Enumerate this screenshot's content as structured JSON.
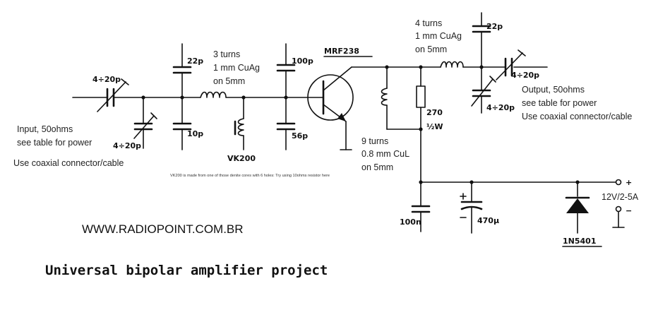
{
  "labels": {
    "input_cap": "4÷20p",
    "input_trim": "4÷20p",
    "c22": "22p",
    "c10": "10p",
    "coil1_l1": "3 turns",
    "coil1_l2": "1 mm CuAg",
    "coil1_l3": "on 5mm",
    "vk200": "VK200",
    "c100": "100p",
    "c56": "56p",
    "transistor": "MRF238",
    "coil2_l1": "4 turns",
    "coil2_l2": "1 mm CuAg",
    "coil2_l3": "on 5mm",
    "c22b": "22p",
    "out_cap": "4÷20p",
    "out_trim": "4÷20p",
    "r_value": "270",
    "r_power": "½W",
    "coil3_l1": "9 turns",
    "coil3_l2": "0.8 mm CuL",
    "coil3_l3": "on 5mm",
    "c100n": "100n",
    "c470": "470µ",
    "diode": "1N5401",
    "supply": "12V/2-5A",
    "plus": "+",
    "minus": "−"
  },
  "notes": {
    "input_l1": "Input, 50ohms",
    "input_l2": "see table for power",
    "input_l3": "Use coaxial connector/cable",
    "output_l1": "Output, 50ohms",
    "output_l2": "see table for power",
    "output_l3": "Use coaxial connector/cable",
    "vk200_note": "VK200 is made from one of those denite cores with 6 holes: Try using 10ohms resistor here"
  },
  "footer": {
    "website": "WWW.RADIOPOINT.COM.BR",
    "title": "Universal bipolar amplifier project"
  }
}
